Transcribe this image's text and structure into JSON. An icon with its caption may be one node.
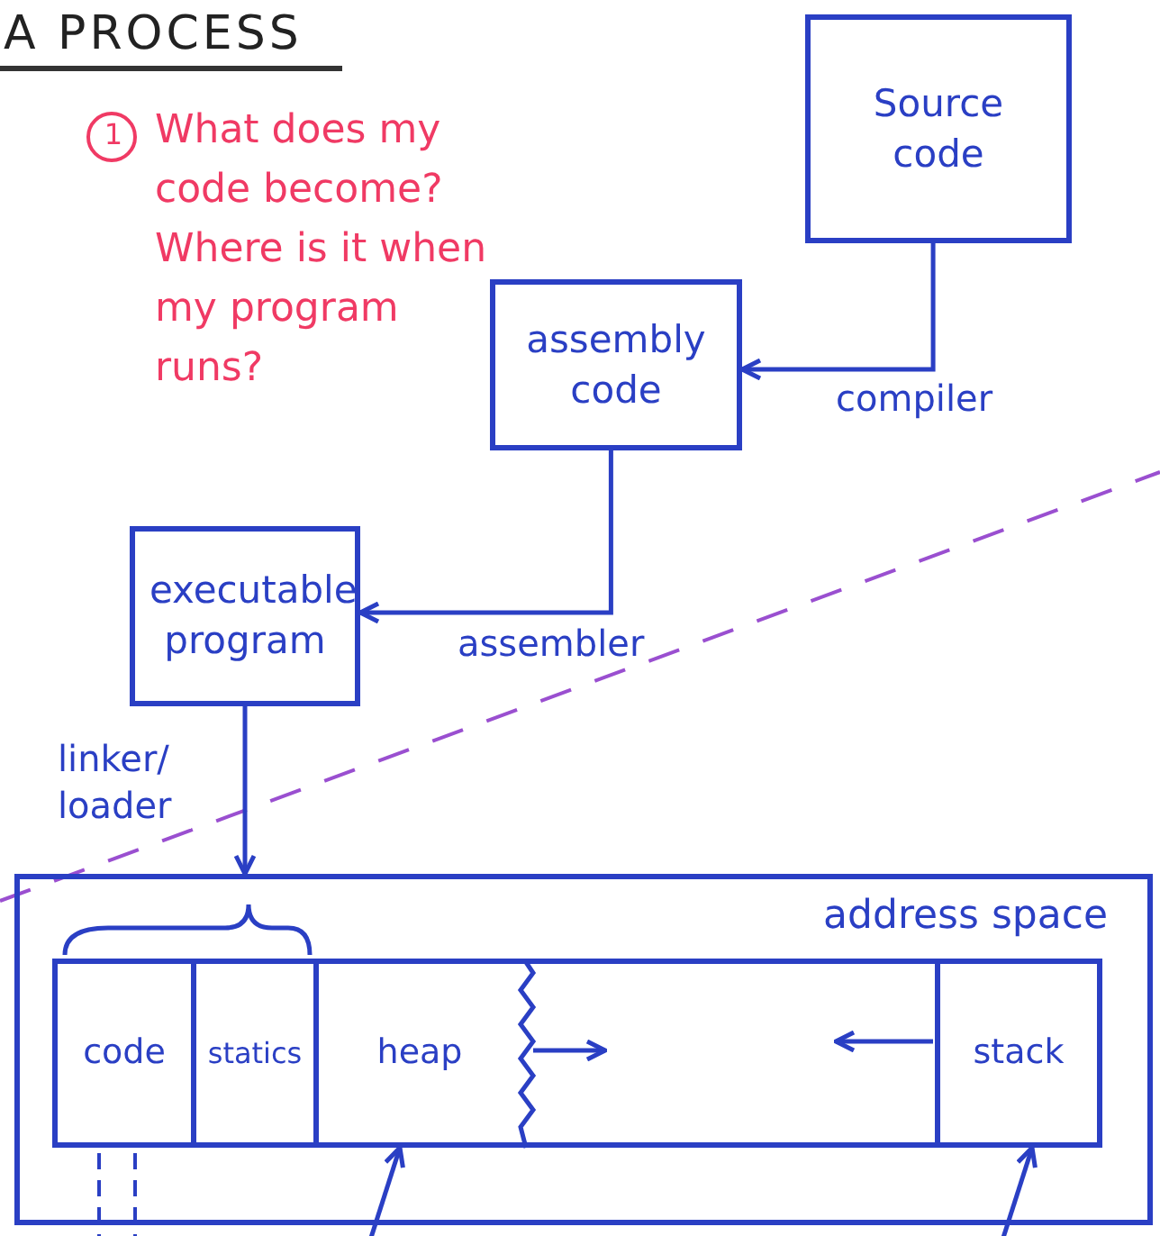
{
  "diagram": {
    "title": "A PROCESS",
    "nodes": [
      {
        "text": [
          "Source code"
        ]
      },
      {
        "text": [
          "assembly code"
        ]
      },
      {
        "text": [
          "executable program"
        ]
      },
      {
        "text": [
          "address space"
        ]
      },
      {
        "text": [],
        "shape": "box",
        "in": 3
      },
      {
        "text": [
          "code"
        ],
        "in": 4
      },
      {
        "text": [
          "statics"
        ],
        "in": 4
      },
      {
        "text": [
          "heap"
        ],
        "in": 4
      },
      {
        "text": [
          "stack"
        ],
        "in": 4
      }
    ],
    "edges": [
      {
        "from": 0,
        "to": 1,
        "arrow": "to",
        "label": "compiler"
      },
      {
        "from": 1,
        "to": 2,
        "arrow": "to",
        "label": "assembler"
      },
      {
        "from": 2,
        "to": 3,
        "arrow": "to",
        "label": "linker/ loader"
      },
      {
        "from": null,
        "to": 7,
        "arrow": "to"
      },
      {
        "from": null,
        "to": 8,
        "arrow": "to"
      }
    ],
    "labels": [
      "1",
      "What does my code become? Where is it when my program runs?"
    ]
  }
}
